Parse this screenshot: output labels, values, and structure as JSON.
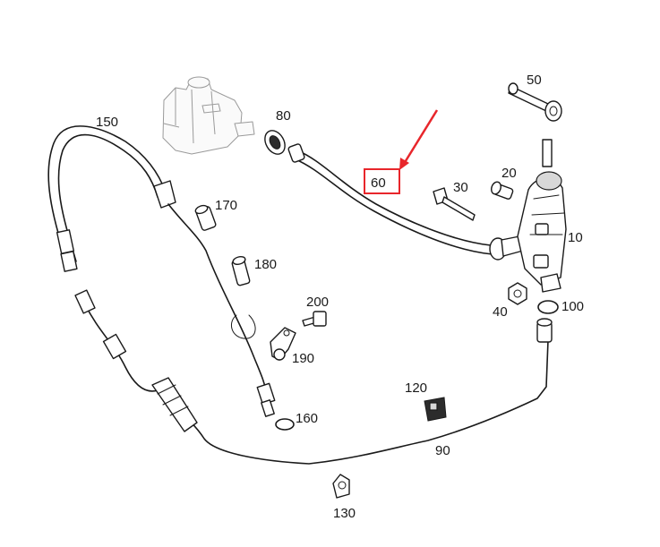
{
  "diagram": {
    "labels": {
      "l10": "10",
      "l20": "20",
      "l30": "30",
      "l40": "40",
      "l50": "50",
      "l60": "60",
      "l80": "80",
      "l90": "90",
      "l100": "100",
      "l120": "120",
      "l130": "130",
      "l150": "150",
      "l160": "160",
      "l170": "170",
      "l180": "180",
      "l190": "190",
      "l200": "200"
    },
    "highlight": {
      "color": "#e8262b",
      "target": "60"
    },
    "line_color": "#1a1a1a",
    "reservoir_color": "#9a9a9a"
  }
}
